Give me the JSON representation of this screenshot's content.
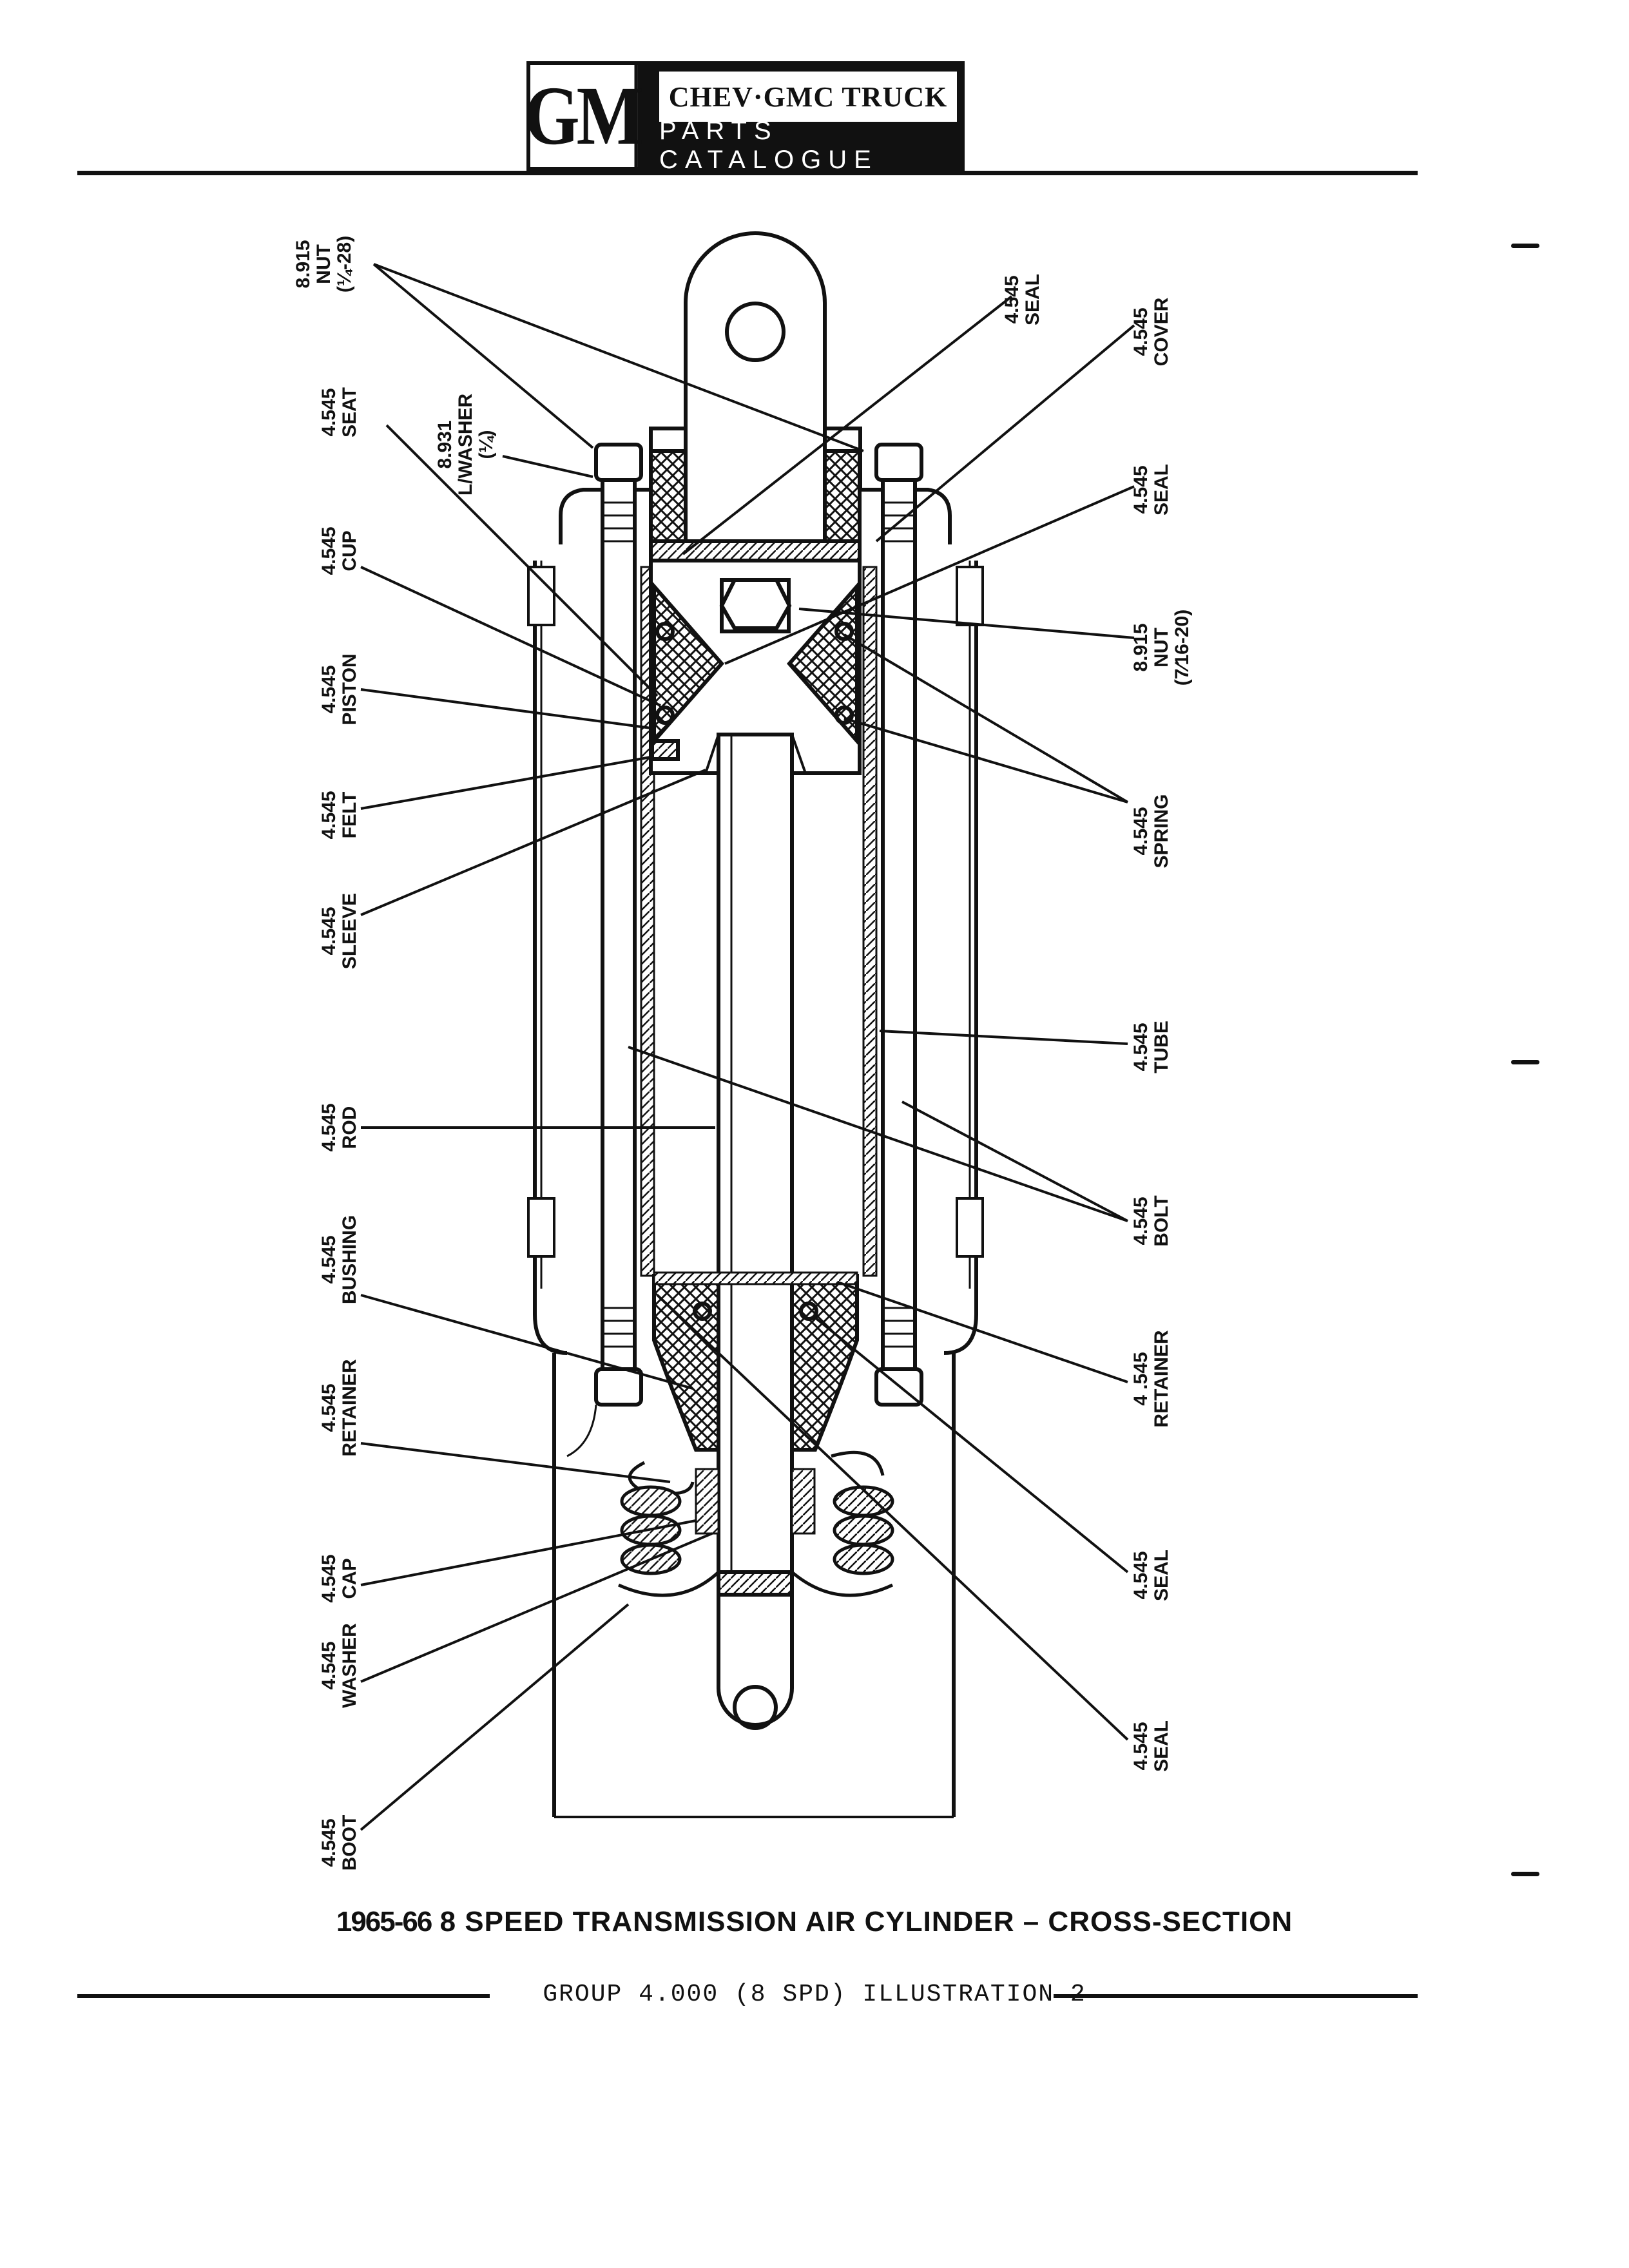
{
  "header": {
    "logo": "GM",
    "title": "CHEV·GMC TRUCK",
    "subtitle": "PARTS CATALOGUE"
  },
  "labels": [
    {
      "code": "8.915",
      "name": "NUT",
      "spec": "(¼-28)"
    },
    {
      "code": "4.545",
      "name": "SEAT",
      "spec": ""
    },
    {
      "code": "8.931",
      "name": "L/WASHER",
      "spec": "(¼)"
    },
    {
      "code": "4.545",
      "name": "CUP",
      "spec": ""
    },
    {
      "code": "4.545",
      "name": "PISTON",
      "spec": ""
    },
    {
      "code": "4.545",
      "name": "FELT",
      "spec": ""
    },
    {
      "code": "4.545",
      "name": "SLEEVE",
      "spec": ""
    },
    {
      "code": "4.545",
      "name": "ROD",
      "spec": ""
    },
    {
      "code": "4.545",
      "name": "BUSHING",
      "spec": ""
    },
    {
      "code": "4.545",
      "name": "RETAINER",
      "spec": ""
    },
    {
      "code": "4.545",
      "name": "CAP",
      "spec": ""
    },
    {
      "code": "4.545",
      "name": "WASHER",
      "spec": ""
    },
    {
      "code": "4.545",
      "name": "BOOT",
      "spec": ""
    },
    {
      "code": "4.545",
      "name": "SEAL",
      "spec": ""
    },
    {
      "code": "4.545",
      "name": "COVER",
      "spec": ""
    },
    {
      "code": "4.545",
      "name": "SEAL",
      "spec": ""
    },
    {
      "code": "8.915",
      "name": "NUT",
      "spec": "(7⁄16-20)"
    },
    {
      "code": "4.545",
      "name": "SPRING",
      "spec": ""
    },
    {
      "code": "4.545",
      "name": "TUBE",
      "spec": ""
    },
    {
      "code": "4.545",
      "name": "BOLT",
      "spec": ""
    },
    {
      "code": "4 .545",
      "name": "RETAINER",
      "spec": ""
    },
    {
      "code": "4.545",
      "name": "SEAL",
      "spec": ""
    },
    {
      "code": "4.545",
      "name": "SEAL",
      "spec": ""
    }
  ],
  "caption": {
    "year": "1965-66",
    "title": "8 SPEED TRANSMISSION AIR CYLINDER – CROSS-SECTION"
  },
  "footer": "GROUP 4.000 (8 SPD) ILLUSTRATION 2"
}
